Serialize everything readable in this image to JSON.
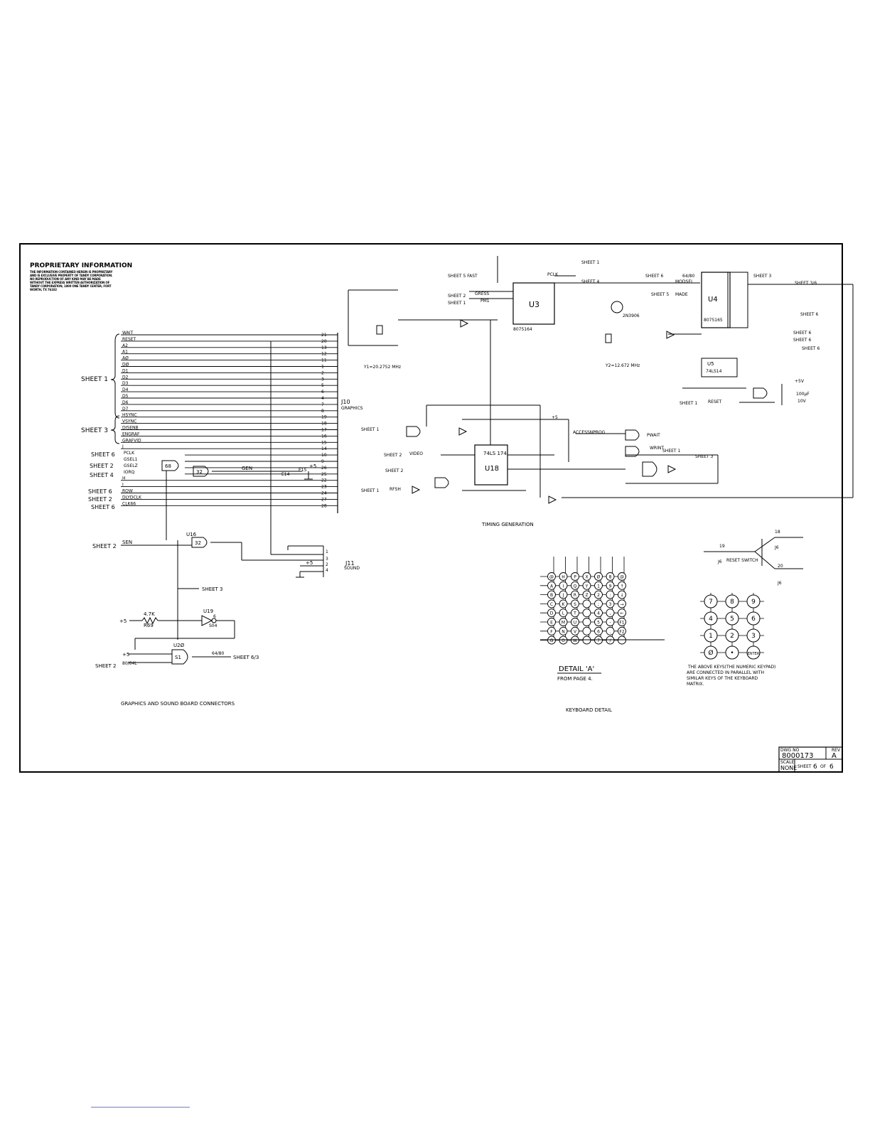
{
  "proprietary": {
    "title": "PROPRIETARY INFORMATION",
    "body": "THE INFORMATION CONTAINED HEREIN IS PROPRIETARY AND IS EXCLUSIVE PROPERTY OF TANDY CORPORATION. NO REPRODUCTION OF ANY KIND MAY BE MADE WITHOUT THE EXPRESS WRITTEN AUTHORIZATION OF TANDY CORPORATION, 1800 ONE TANDY CENTER, FORT WORTH, TX 76102"
  },
  "j10": {
    "name": "J10",
    "label": "GRAPHICS",
    "pins": [
      {
        "signal": "WAIT",
        "pin": "21"
      },
      {
        "signal": "RESET",
        "pin": "20"
      },
      {
        "signal": "A2",
        "pin": "13"
      },
      {
        "signal": "A1",
        "pin": "12"
      },
      {
        "signal": "AØ",
        "pin": "11"
      },
      {
        "signal": "DØ",
        "pin": "1"
      },
      {
        "signal": "D1",
        "pin": "2"
      },
      {
        "signal": "D2",
        "pin": "3"
      },
      {
        "signal": "D3",
        "pin": "5"
      },
      {
        "signal": "D4",
        "pin": "6"
      },
      {
        "signal": "D5",
        "pin": "4"
      },
      {
        "signal": "D6",
        "pin": "7"
      },
      {
        "signal": "D7",
        "pin": "8"
      },
      {
        "signal": "HSYNC",
        "pin": "19"
      },
      {
        "signal": "VSYNC",
        "pin": "18"
      },
      {
        "signal": "DISENB",
        "pin": "17"
      },
      {
        "signal": "ENGRAF",
        "pin": "16"
      },
      {
        "signal": "GRAFVID",
        "pin": "15"
      },
      {
        "signal": "J",
        "pin": "14"
      },
      {
        "signal": "PCLK",
        "pin": "10"
      },
      {
        "signal": "GSEL1",
        "pin": "9"
      },
      {
        "signal": "GSELZ",
        "pin": "26"
      },
      {
        "signal": "IORQ",
        "pin": "25"
      },
      {
        "signal": "H",
        "pin": "22"
      },
      {
        "signal": "I",
        "pin": "23"
      },
      {
        "signal": "ROW",
        "pin": "24"
      },
      {
        "signal": "DLYDCLK",
        "pin": "27"
      },
      {
        "signal": "CLK66",
        "pin": "28"
      }
    ],
    "groups": [
      {
        "label": "SHEET 1"
      },
      {
        "label": "SHEET 3"
      },
      {
        "label": "SHEET 6"
      },
      {
        "label": "SHEET 2"
      },
      {
        "label": "SHEET 4"
      },
      {
        "label": "SHEET 6"
      },
      {
        "label": "SHEET 2"
      },
      {
        "label": "SHEET 6"
      }
    ],
    "gen_label": "GEN",
    "e14": "E14",
    "e15": "E15",
    "plus5": "+5"
  },
  "j11": {
    "name": "J11",
    "label": "SOUND",
    "pins": [
      "1",
      "3",
      "2",
      "4"
    ],
    "plus5": "+5",
    "sen_label": "SEN",
    "sheet_label": "SHEET 2",
    "sheet3_label": "SHEET 3"
  },
  "lower_left": {
    "resistor": "4.7K",
    "resistor_ref": "R69",
    "plus5": "+5",
    "u19": "U19",
    "u19_pin": "6",
    "u19_type": "S04",
    "u20": "U2Ø",
    "u20_type": "S1",
    "signal_in": "80/64L",
    "sheet_in": "SHEET 2",
    "signal_out": "64/80",
    "sheet_out": "SHEET 6/3",
    "caption": "GRAPHICS AND SOUND BOARD CONNECTORS"
  },
  "timing": {
    "caption": "TIMING GENERATION",
    "u3": "U3",
    "u3_part": "8075164",
    "u4": "U4",
    "u4_part": "8075165",
    "u5": "U5",
    "u5_part": "74LS14",
    "u18": "U18",
    "u18_part": "74LS 174",
    "y1": "Y1=20.2752 MHz",
    "y2": "Y2=12.672 MHz",
    "q8": "2N3906",
    "labels": [
      "SHEET 5 FAST",
      "SHEET 2",
      "SHEET 1",
      "GRESS",
      "PM1",
      "PCLK",
      "SHEET 1",
      "SHEET 4",
      "SHEET 6",
      "SHEET 5",
      "64/80",
      "MODSEL",
      "MADE",
      "SHEET 3",
      "SHEET 3/6",
      "SHEET 6",
      "SHEET 6",
      "SHEET 6",
      "SHEET 6",
      "SHEET 1",
      "RESET",
      "+5V",
      "100µF",
      "10V",
      "SHEET 1",
      "SHEET 2",
      "SHEET 2",
      "SHEET 1",
      "ACCESSNPROG",
      "PWAIT",
      "SHEET 1",
      "SHEET 3",
      "VIDEO",
      "WRINT",
      "RFSH",
      "+5"
    ]
  },
  "keyboard": {
    "caption": "KEYBOARD DETAIL",
    "detail_label": "DETAIL 'A'",
    "detail_sub": "FROM PAGE 4.",
    "note": [
      "THE ABOVE KEYS(THE NUMERIC KEYPAD)",
      "ARE CONNECTED IN PARALLEL WITH",
      "SIMILAR KEYS OF THE KEYBOARD",
      "MATRIX."
    ],
    "matrix": [
      [
        "@",
        "H",
        "P",
        "X",
        "Ø",
        "8",
        "@"
      ],
      [
        "A",
        "I",
        "Q",
        "Y",
        "1",
        "9",
        "↑"
      ],
      [
        "B",
        "J",
        "R",
        "Z",
        "2",
        ":",
        "↓"
      ],
      [
        "C",
        "K",
        "S",
        "",
        ";",
        "3",
        "→"
      ],
      [
        "D",
        "L",
        "T",
        "",
        "4",
        ",",
        "←"
      ],
      [
        "E",
        "M",
        "U",
        "",
        "5",
        "-",
        "F1"
      ],
      [
        "F",
        "N",
        "V",
        "",
        "6",
        ".",
        "F2"
      ],
      [
        "G",
        "O",
        "W",
        "",
        "7",
        "/",
        ""
      ]
    ],
    "numpad": [
      [
        "7",
        "8",
        "9"
      ],
      [
        "4",
        "5",
        "6"
      ],
      [
        "1",
        "2",
        "3"
      ],
      [
        "Ø",
        "•",
        "ENTER"
      ]
    ],
    "reset_switch": "RESET SWITCH",
    "j6_pins": [
      "19",
      "18",
      "20"
    ],
    "j6": "J6"
  },
  "title_block": {
    "dwg_no_label": "DWG NO",
    "dwg_no": "8000173",
    "rev_label": "REV",
    "rev": "A",
    "scale_label": "SCALE",
    "scale": "NONE",
    "sheet_label": "SHEET",
    "sheet_num": "6",
    "sheet_of": "OF",
    "sheet_total": "6"
  }
}
